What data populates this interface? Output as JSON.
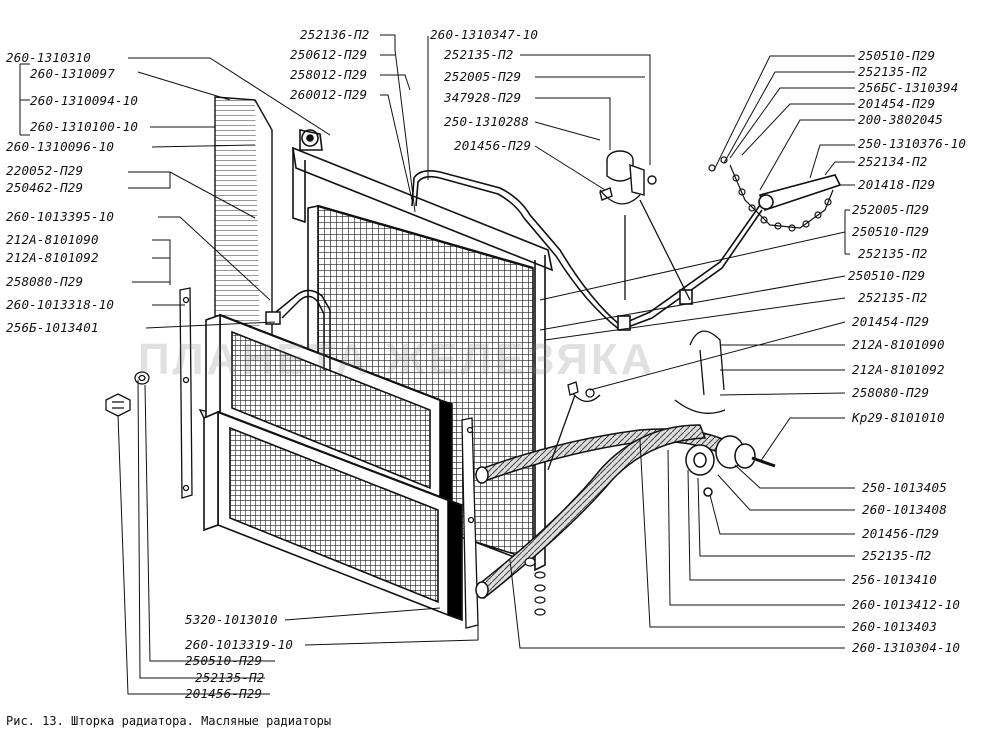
{
  "caption": "Рис. 13. Шторка радиатора. Масляные радиаторы",
  "watermark": "ПЛАНЕТА ЖЕЛЕЗЯКА",
  "left_labels": {
    "l1": "260-1310310",
    "l2": "260-1310097",
    "l3": "260-1310094-10",
    "l4": "260-1310100-10",
    "l5": "260-1310096-10",
    "l6": "220052-П29",
    "l7": "250462-П29",
    "l8": "260-1013395-10",
    "l9": "212А-8101090",
    "l10": "212А-8101092",
    "l11": "258080-П29",
    "l12": "260-1013318-10",
    "l13": "256Б-1013401"
  },
  "top_labels": {
    "t1": "252136-П2",
    "t2": "250612-П29",
    "t3": "258012-П29",
    "t4": "260012-П29",
    "t5": "260-1310347-10",
    "t6": "252135-П2",
    "t7": "252005-П29",
    "t8": "347928-П29",
    "t9": "250-1310288",
    "t10": "201456-П29"
  },
  "right_labels": {
    "r1": "250510-П29",
    "r2": "252135-П2",
    "r3": "256БС-1310394",
    "r4": "201454-П29",
    "r5": "200-3802045",
    "r6": "250-1310376-10",
    "r7": "252134-П2",
    "r8": "201418-П29",
    "r9": "252005-П29",
    "r10": "250510-П29",
    "r11": "252135-П2",
    "r12": "250510-П29",
    "r13": "252135-П2",
    "r14": "201454-П29",
    "r15": "212А-8101090",
    "r16": "212А-8101092",
    "r17": "258080-П29",
    "r18": "Кр29-8101010",
    "r19": "250-1013405",
    "r20": "260-1013408",
    "r21": "201456-П29",
    "r22": "252135-П2",
    "r23": "256-1013410",
    "r24": "260-1013412-10",
    "r25": "260-1013403",
    "r26": "260-1310304-10"
  },
  "bottom_labels": {
    "b1": "5320-1013010",
    "b2": "260-1013319-10",
    "b3": "250510-П29",
    "b4": "252135-П2",
    "b5": "201456-П29"
  }
}
